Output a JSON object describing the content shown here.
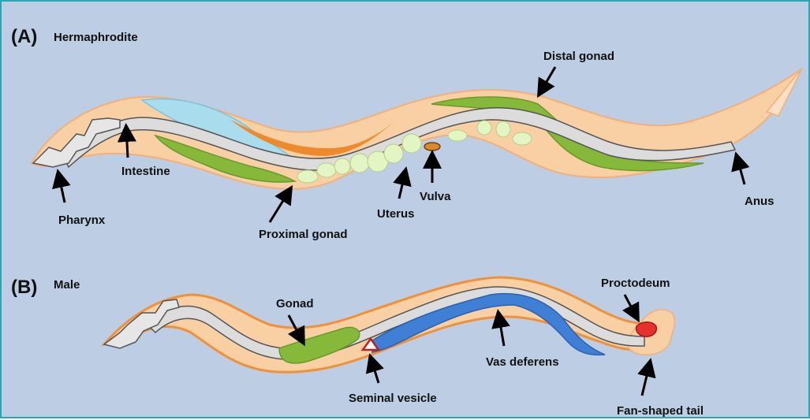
{
  "panel_a": {
    "letter": "(A)",
    "title": "Hermaphrodite",
    "labels": {
      "distal_gonad": "Distal gonad",
      "intestine": "Intestine",
      "pharynx": "Pharynx",
      "vulva": "Vulva",
      "uterus": "Uterus",
      "proximal_gonad": "Proximal gonad",
      "anus": "Anus"
    }
  },
  "panel_b": {
    "letter": "(B)",
    "title": "Male",
    "labels": {
      "gonad": "Gonad",
      "proctodeum": "Proctodeum",
      "vas_deferens": "Vas deferens",
      "seminal_vesicle": "Seminal vesicle",
      "fan_shaped_tail": "Fan-shaped tail"
    }
  },
  "colors": {
    "background": "#bccde4",
    "border": "#2aa6b0",
    "body": "#f9cfa4",
    "body_outline": "#f0913a",
    "intestine": "#dcdcdc",
    "gonad": "#86b83a",
    "egg": "#e3f5c2",
    "vas_deferens": "#3f7fd6",
    "spermatheca": "#a9dcec",
    "proctodeum": "#e5322d"
  }
}
